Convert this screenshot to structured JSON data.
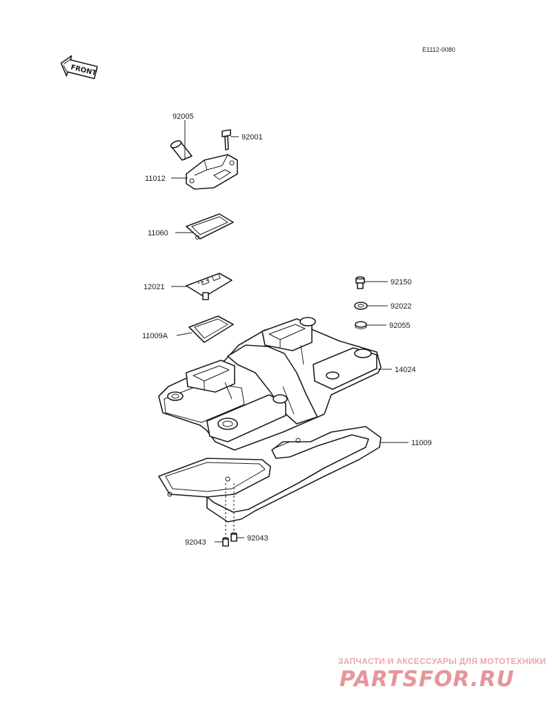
{
  "diagram_code": "E1112-0080",
  "front_label": "FRONT",
  "parts": {
    "p92005": "92005",
    "p92001": "92001",
    "p11012": "11012",
    "p11060": "11060",
    "p12021": "12021",
    "p11009A": "11009A",
    "p92150": "92150",
    "p92022": "92022",
    "p92055": "92055",
    "p14024": "14024",
    "p11009": "11009",
    "p92043a": "92043",
    "p92043b": "92043"
  },
  "watermark": {
    "tagline": "ЗАПЧАСТИ И АКСЕССУАРЫ ДЛЯ МОТОТЕХНИКИ",
    "logo": "PARTSFOR.RU"
  }
}
